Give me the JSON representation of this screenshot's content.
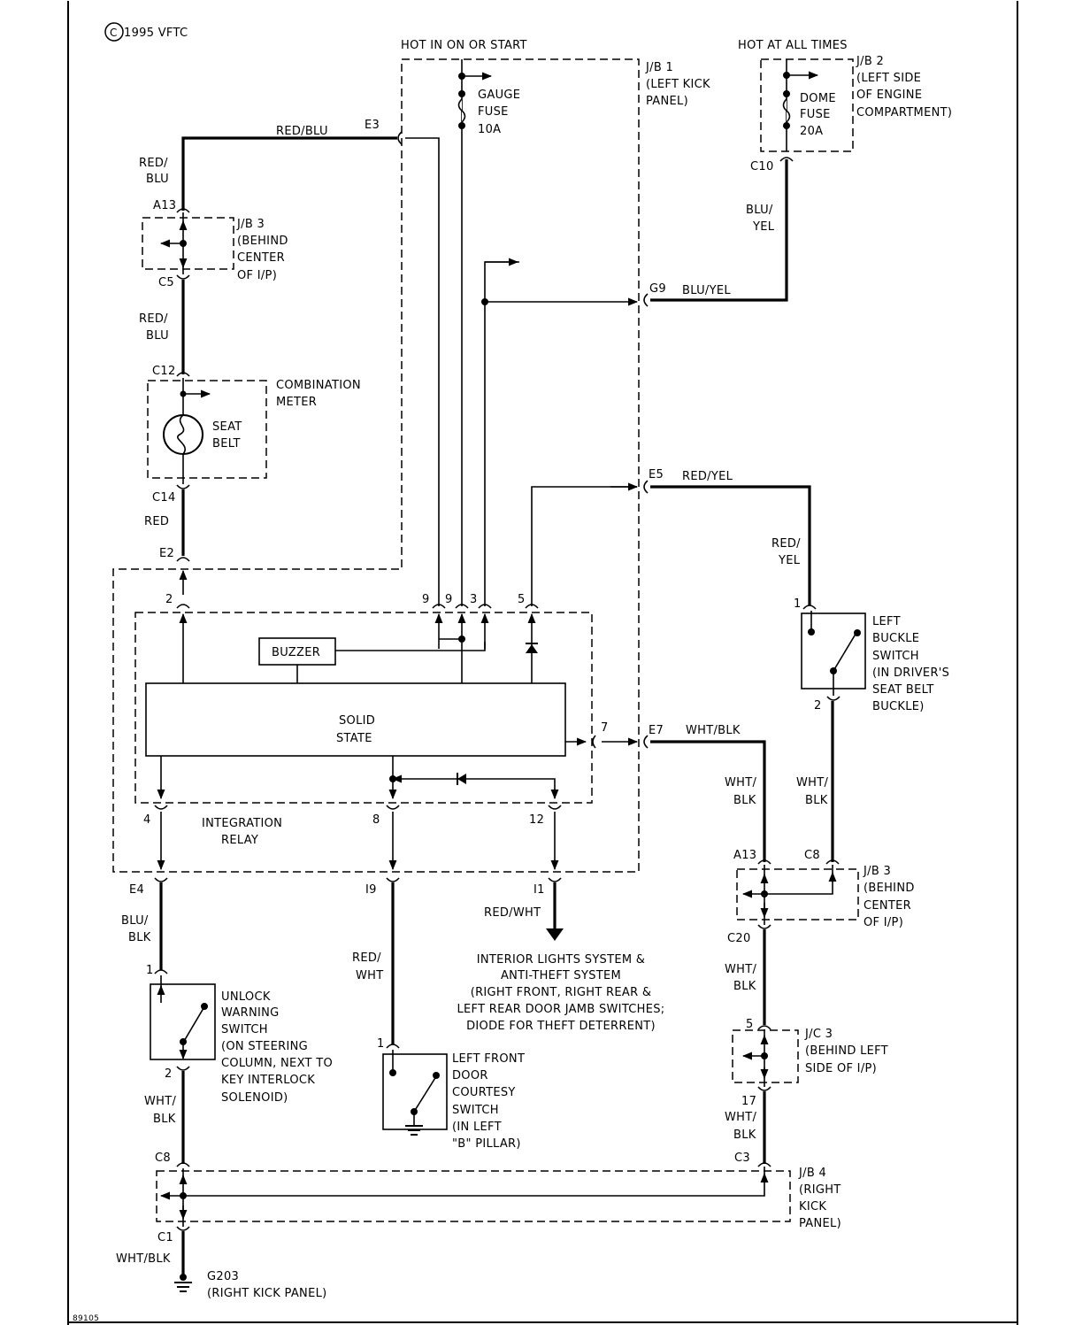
{
  "copyright": "1995 VFTC",
  "drawing_number": "89105",
  "power": {
    "hot_in_on_or_start": "HOT IN ON OR START",
    "hot_at_all_times": "HOT AT ALL TIMES"
  },
  "fuses": {
    "gauge": [
      "GAUGE",
      "FUSE",
      "10A"
    ],
    "dome": [
      "DOME",
      "FUSE",
      "20A"
    ]
  },
  "junction_blocks": {
    "jb1": [
      "J/B 1",
      "(LEFT KICK",
      "PANEL)"
    ],
    "jb2": [
      "J/B 2",
      "(LEFT SIDE",
      "OF ENGINE",
      "COMPARTMENT)"
    ],
    "jb3_top": [
      "J/B 3",
      "(BEHIND",
      "CENTER",
      "OF I/P)"
    ],
    "jb3_right": [
      "J/B 3",
      "(BEHIND",
      "CENTER",
      "OF I/P)"
    ],
    "jc3": [
      "J/C 3",
      "(BEHIND LEFT",
      "SIDE OF I/P)"
    ],
    "jb4": [
      "J/B 4",
      "(RIGHT",
      "KICK",
      "PANEL)"
    ]
  },
  "components": {
    "combination_meter": [
      "COMBINATION",
      "METER"
    ],
    "seat_belt_lamp": [
      "SEAT",
      "BELT"
    ],
    "buzzer": "BUZZER",
    "solid_state": [
      "SOLID",
      "STATE"
    ],
    "integration_relay": [
      "INTEGRATION",
      "RELAY"
    ],
    "left_buckle_switch": [
      "LEFT",
      "BUCKLE",
      "SWITCH",
      "(IN DRIVER'S",
      "SEAT BELT",
      "BUCKLE)"
    ],
    "unlock_warning_switch": [
      "UNLOCK",
      "WARNING",
      "SWITCH",
      "(ON STEERING",
      "COLUMN, NEXT TO",
      "KEY INTERLOCK",
      "SOLENOID)"
    ],
    "left_front_door_courtesy_switch": [
      "LEFT FRONT",
      "DOOR",
      "COURTESY",
      "SWITCH",
      "(IN LEFT",
      "\"B\" PILLAR)"
    ],
    "interior_lights_note": [
      "INTERIOR LIGHTS SYSTEM &",
      "ANTI-THEFT SYSTEM",
      "(RIGHT FRONT, RIGHT REAR &",
      "LEFT REAR DOOR JAMB SWITCHES;",
      "DIODE FOR THEFT DETERRENT)"
    ],
    "ground": [
      "G203",
      "(RIGHT KICK PANEL)"
    ]
  },
  "connectors": {
    "e3": "E3",
    "a13_top": "A13",
    "c5": "C5",
    "c12": "C12",
    "c14": "C14",
    "e2": "E2",
    "c10": "C10",
    "g9": "G9",
    "e5": "E5",
    "e7": "E7",
    "e4": "E4",
    "i9": "I9",
    "i1": "I1",
    "a13_right": "A13",
    "c8_right": "C8",
    "c20": "C20",
    "c3": "C3",
    "c8_bottom": "C8",
    "c1": "C1"
  },
  "pins": {
    "relay_2": "2",
    "relay_9a": "9",
    "relay_9b": "9",
    "relay_3": "3",
    "relay_5": "5",
    "relay_7": "7",
    "relay_4": "4",
    "relay_8": "8",
    "relay_12": "12",
    "buckle_1": "1",
    "buckle_2": "2",
    "unlock_1": "1",
    "unlock_2": "2",
    "door_1": "1",
    "jc3_5": "5",
    "jc3_17": "17"
  },
  "wire_colors": {
    "red_blu_top": "RED/BLU",
    "red_blu_1": [
      "RED/",
      "BLU"
    ],
    "red_blu_2": [
      "RED/",
      "BLU"
    ],
    "red": "RED",
    "blu_yel_vert": [
      "BLU/",
      "YEL"
    ],
    "blu_yel_horiz": "BLU/YEL",
    "red_yel_horiz": "RED/YEL",
    "red_yel_vert": [
      "RED/",
      "YEL"
    ],
    "wht_blk_horiz": "WHT/BLK",
    "wht_blk_1": [
      "WHT/",
      "BLK"
    ],
    "wht_blk_2": [
      "WHT/",
      "BLK"
    ],
    "wht_blk_3": [
      "WHT/",
      "BLK"
    ],
    "wht_blk_4": [
      "WHT/",
      "BLK"
    ],
    "wht_blk_5": [
      "WHT/",
      "BLK"
    ],
    "wht_blk_ground": "WHT/BLK",
    "blu_blk": [
      "BLU/",
      "BLK"
    ],
    "red_wht_vert": [
      "RED/",
      "WHT"
    ],
    "red_wht_horiz": "RED/WHT"
  }
}
